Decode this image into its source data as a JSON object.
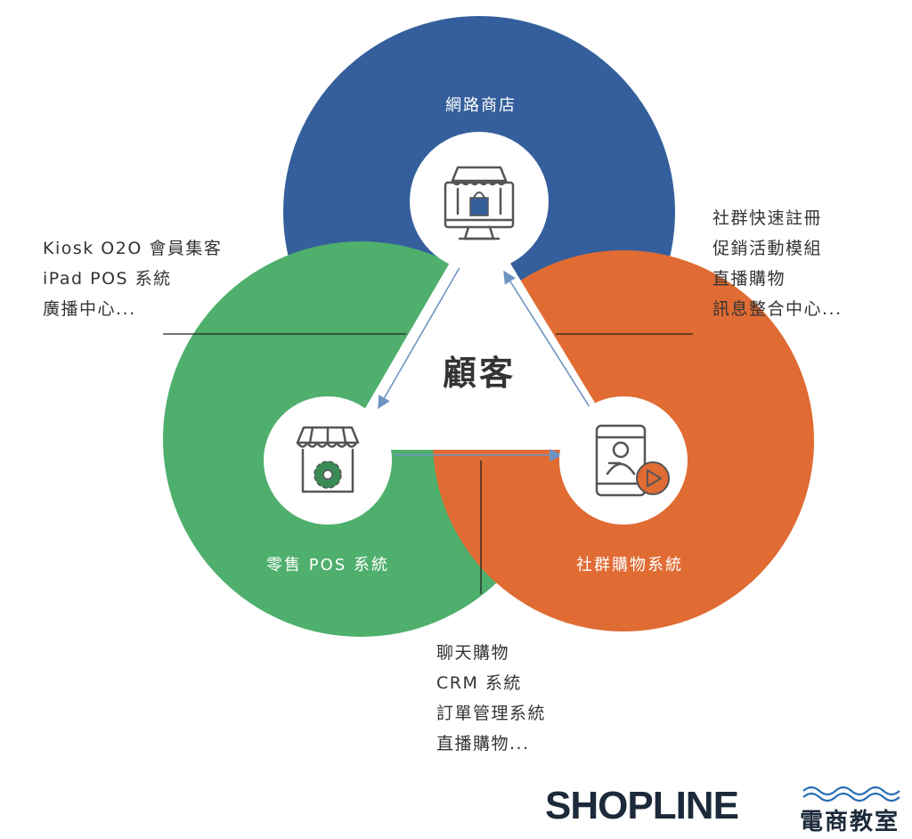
{
  "colors": {
    "online_store": "#345f9c",
    "retail_pos": "#4faf6d",
    "social_commerce": "#e06b33",
    "arrow": "#6f94c4",
    "divider": "#222222",
    "icon_stroke": "#555555",
    "bag": "#345f9c",
    "gear": "#3a8a55",
    "play": "#e06b33"
  },
  "center": {
    "title": "顧客"
  },
  "circles": {
    "online_store": {
      "label": "網路商店",
      "icon": "storefront-monitor-icon"
    },
    "retail_pos": {
      "label": "零售 POS 系統",
      "icon": "store-gear-icon"
    },
    "social_commerce": {
      "label": "社群購物系統",
      "icon": "phone-user-play-icon"
    }
  },
  "lists": {
    "left": [
      "Kiosk O2O 會員集客",
      "iPad POS 系統",
      "廣播中心..."
    ],
    "right": [
      "社群快速註冊",
      "促銷活動模組",
      "直播購物",
      "訊息整合中心..."
    ],
    "bottom": [
      "聊天購物",
      "CRM 系統",
      "訂單管理系統",
      "直播購物..."
    ]
  },
  "brand": {
    "name": "SHOPLINE",
    "subtitle": "電商教室",
    "wave_icon": "wave-icon"
  }
}
